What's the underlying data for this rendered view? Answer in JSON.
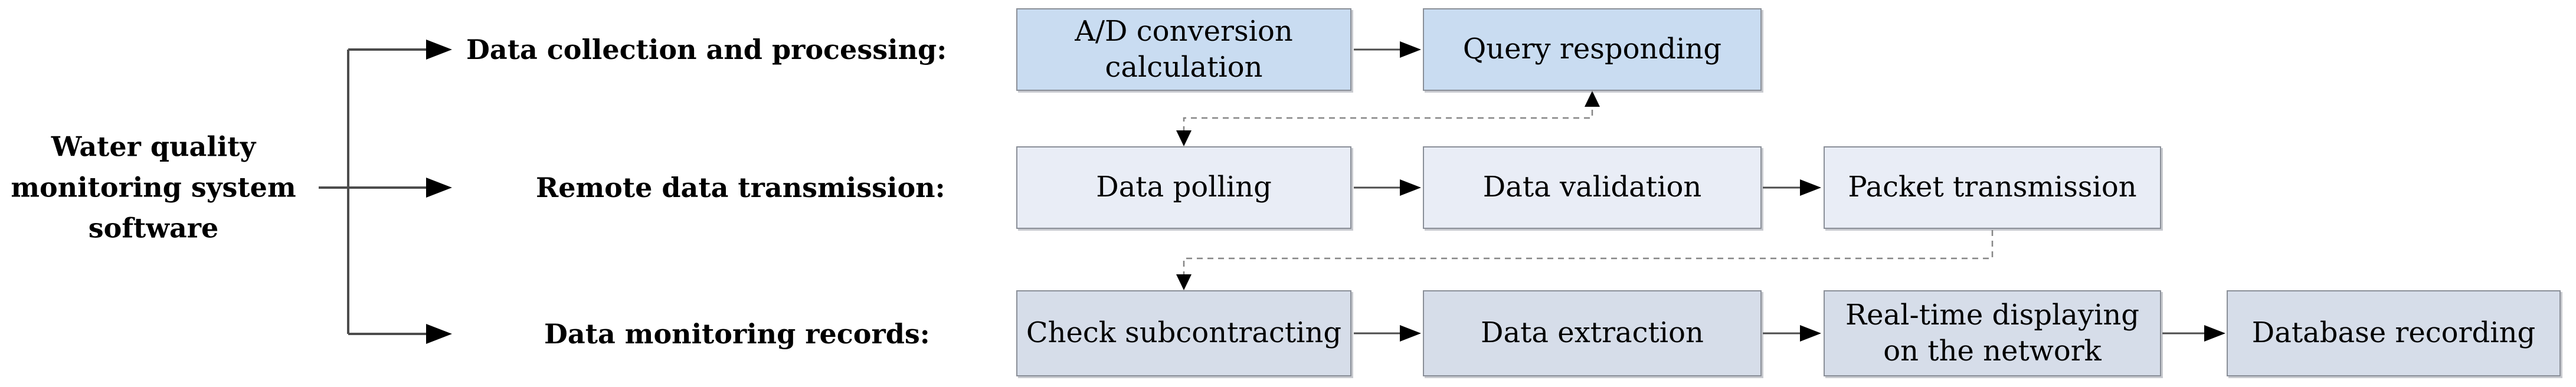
{
  "title": {
    "text": "Water quality\nmonitoring system\nsoftware"
  },
  "branches": [
    {
      "label": "Data collection and processing:",
      "boxes": [
        "A/D conversion\ncalculation",
        "Query responding"
      ]
    },
    {
      "label": "Remote data transmission:",
      "boxes": [
        "Data polling",
        "Data validation",
        "Packet transmission"
      ]
    },
    {
      "label": "Data monitoring records:",
      "boxes": [
        "Check subcontracting",
        "Data extraction",
        "Real-time displaying\non the network",
        "Database recording"
      ]
    }
  ],
  "colors": {
    "row1_fill": "#c9dcf1",
    "row2_fill": "#e9edf6",
    "row3_fill": "#d6dde9",
    "box_border": "#8a8f98",
    "solid_line": "#4c4c4c",
    "dashed_line": "#868686",
    "arrowhead": "#000000",
    "text": "#000000"
  }
}
